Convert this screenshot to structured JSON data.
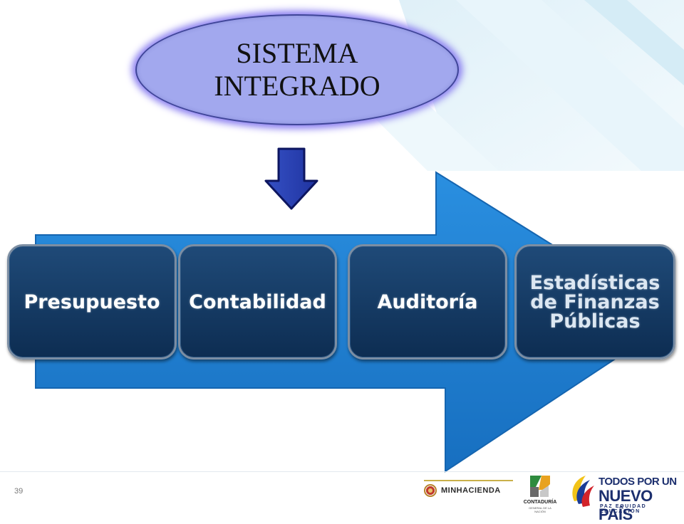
{
  "diagram": {
    "top_label": "SISTEMA\nINTEGRADO",
    "steps": [
      {
        "label": "Presupuesto"
      },
      {
        "label": "Contabilidad"
      },
      {
        "label": "Auditoría"
      },
      {
        "label": "Estadísticas\nde Finanzas\nPúblicas"
      }
    ]
  },
  "footer": {
    "page_number": "39",
    "logos": {
      "minhacienda": "MINHACIENDA",
      "contaduria": "CONTADURÍA",
      "contaduria_sub": "GENERAL DE LA NACIÓN",
      "todos_line1": "TODOS POR UN",
      "todos_line2": "NUEVO PAÍS",
      "todos_line3": "PAZ EQUIDAD EDUCACIÓN"
    }
  },
  "colors": {
    "ellipse_fill": "#a2a8ee",
    "ellipse_glow": "#8b7ff0",
    "down_arrow": "#2a41a8",
    "main_arrow": "#1f7fd0",
    "step_fill": "#15395f"
  },
  "icons": [
    "down-arrow-icon",
    "process-arrow-icon",
    "minhacienda-seal-icon",
    "contaduria-logo-icon",
    "flag-swoosh-icon"
  ]
}
